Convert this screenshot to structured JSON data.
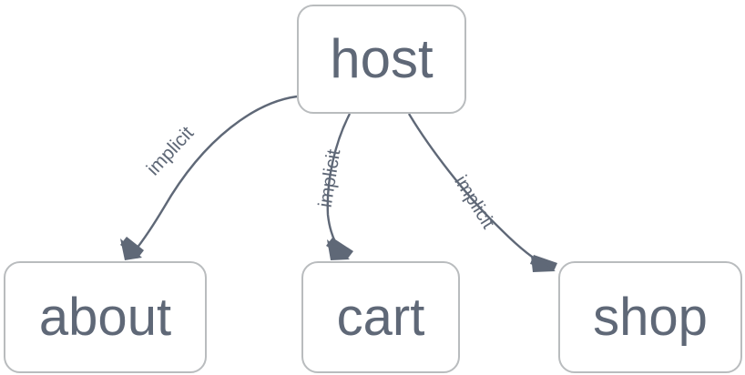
{
  "diagram": {
    "type": "directed-graph",
    "background_color": "#ffffff",
    "node_border_color": "#b9bcbe",
    "node_fill_color": "#ffffff",
    "text_color": "#5f6877",
    "edge_color": "#5f6877",
    "nodes": [
      {
        "id": "host",
        "label": "host"
      },
      {
        "id": "about",
        "label": "about"
      },
      {
        "id": "cart",
        "label": "cart"
      },
      {
        "id": "shop",
        "label": "shop"
      }
    ],
    "edges": [
      {
        "from": "host",
        "to": "about",
        "label": "implicit"
      },
      {
        "from": "host",
        "to": "cart",
        "label": "implicit"
      },
      {
        "from": "host",
        "to": "shop",
        "label": "implicit"
      }
    ]
  }
}
